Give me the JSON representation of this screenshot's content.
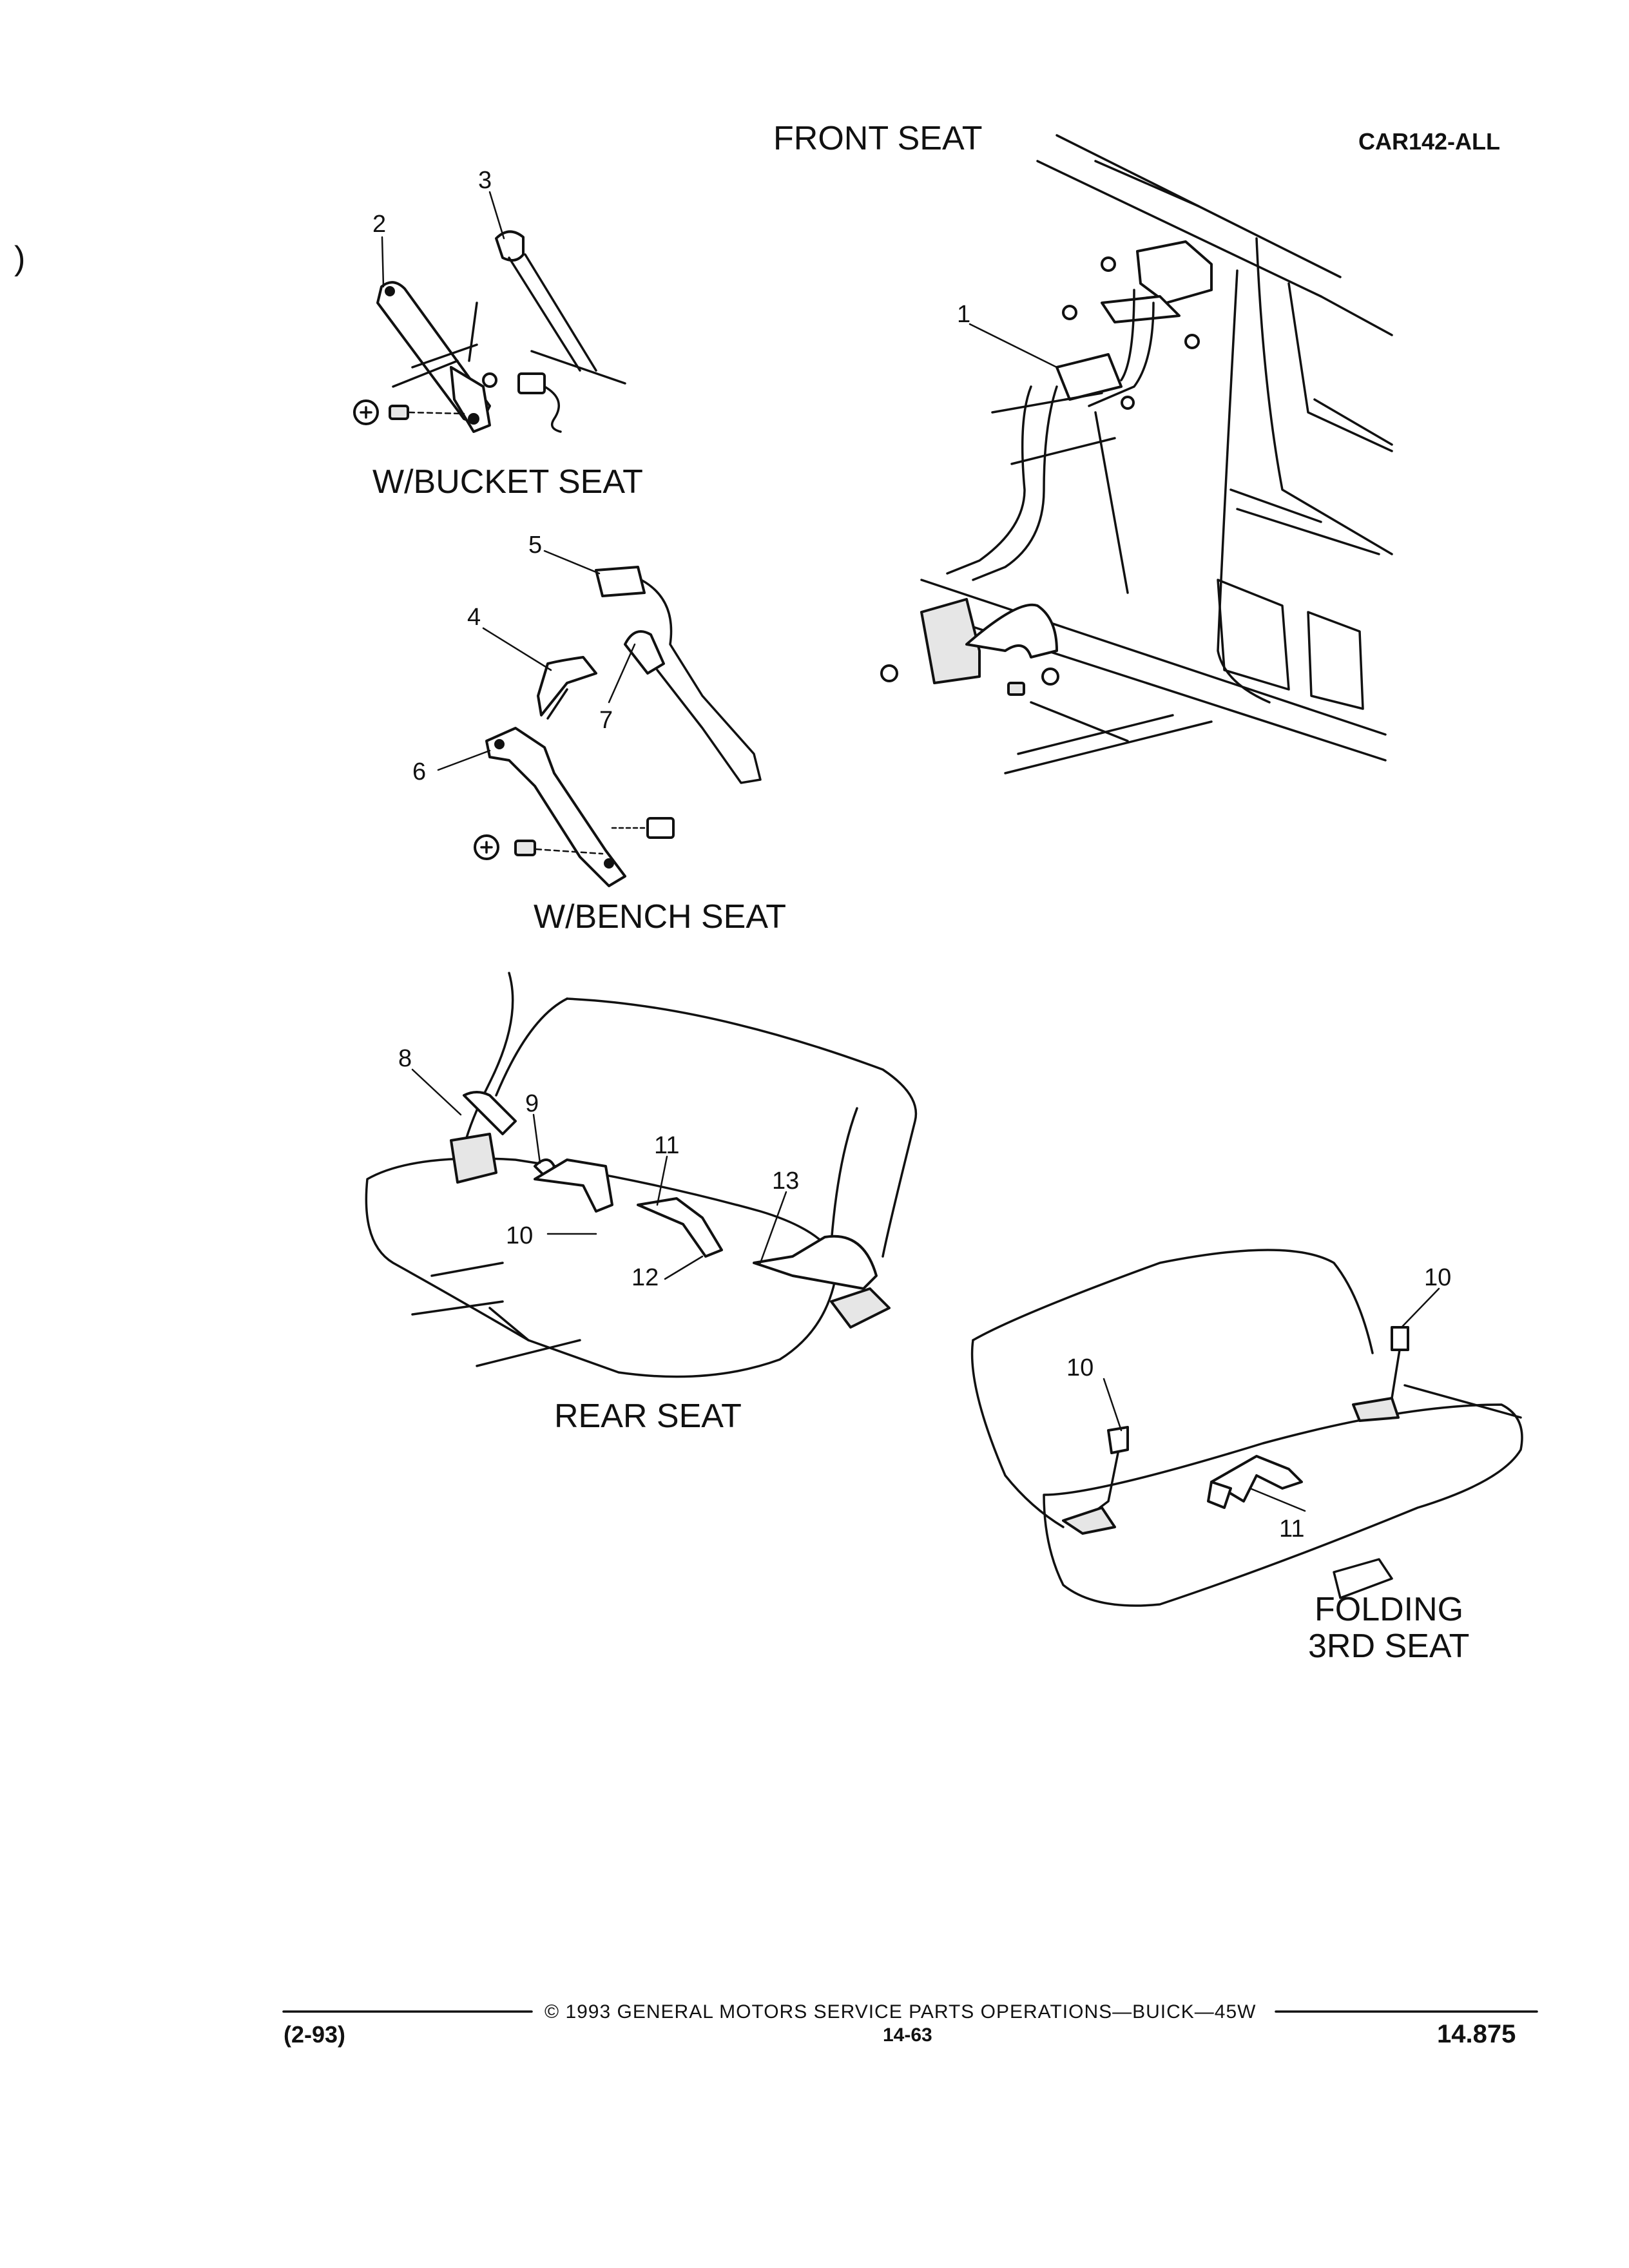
{
  "header": {
    "title": "FRONT SEAT",
    "code": "CAR142-ALL"
  },
  "captions": {
    "bucket": "W/BUCKET SEAT",
    "bench": "W/BENCH SEAT",
    "rear": "REAR SEAT",
    "folding_1": "FOLDING",
    "folding_2": "3RD SEAT"
  },
  "callouts": {
    "c1": "1",
    "c2": "2",
    "c3": "3",
    "c4": "4",
    "c5": "5",
    "c6": "6",
    "c7": "7",
    "c8": "8",
    "c9": "9",
    "c10a": "10",
    "c11a": "11",
    "c12": "12",
    "c13": "13",
    "c10b": "10",
    "c10c": "10",
    "c11b": "11"
  },
  "footer": {
    "copyright": "© 1993 GENERAL MOTORS SERVICE PARTS OPERATIONS—BUICK—45W",
    "date": "(2-93)",
    "page": "14-63",
    "section": "14.875"
  },
  "margin_mark": ")"
}
